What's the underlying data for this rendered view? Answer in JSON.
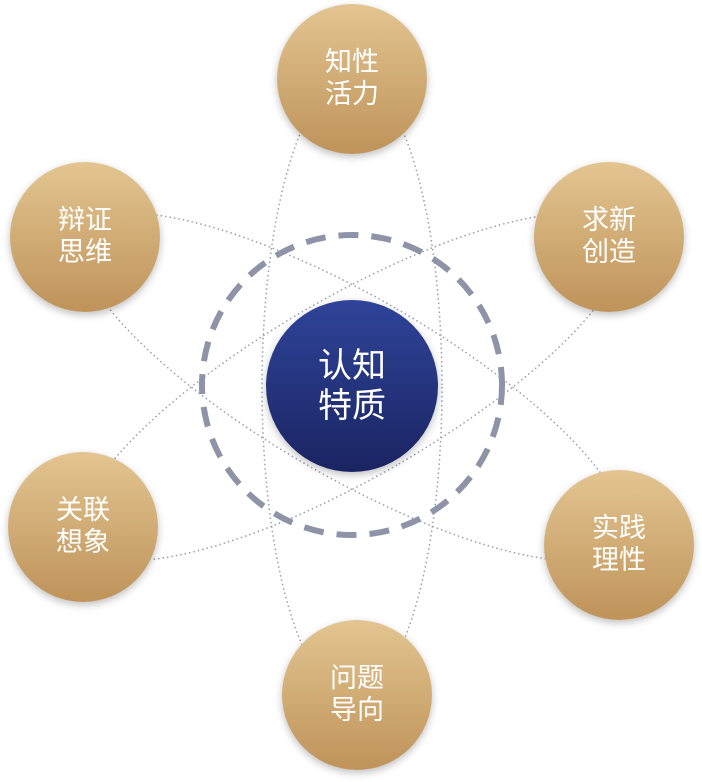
{
  "center": {
    "line1": "认知",
    "line2": "特质"
  },
  "nodes": [
    {
      "line1": "知性",
      "line2": "活力"
    },
    {
      "line1": "求新",
      "line2": "创造"
    },
    {
      "line1": "实践",
      "line2": "理性"
    },
    {
      "line1": "问题",
      "line2": "导向"
    },
    {
      "line1": "关联",
      "line2": "想象"
    },
    {
      "line1": "辩证",
      "line2": "思维"
    }
  ],
  "colors": {
    "gold_top": "#e3c591",
    "gold_bottom": "#bf935a",
    "navy_top": "#2f4499",
    "navy_bottom": "#1a2462",
    "dash": "#8e93a8"
  }
}
